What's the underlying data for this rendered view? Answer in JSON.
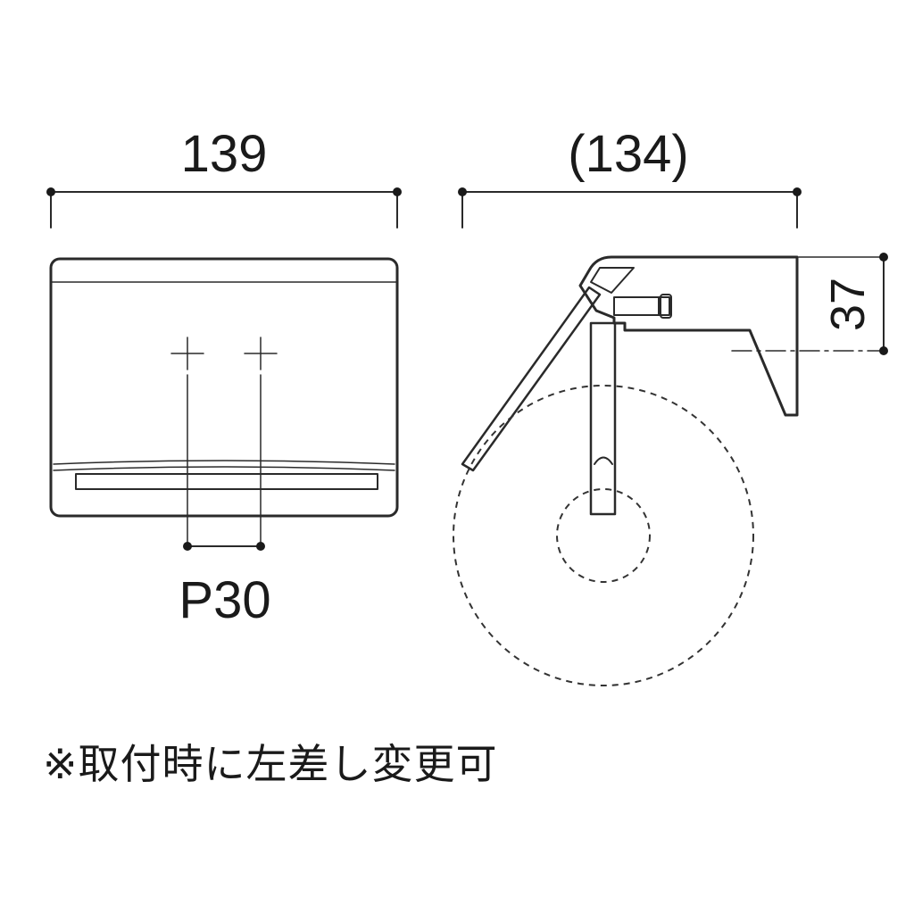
{
  "front_view": {
    "width_label": "139",
    "pitch_label": "P30"
  },
  "side_view": {
    "depth_label": "(134)",
    "height_label": "37"
  },
  "note": "※取付時に左差し変更可",
  "colors": {
    "line": "#2a2a2a",
    "background": "#ffffff"
  }
}
